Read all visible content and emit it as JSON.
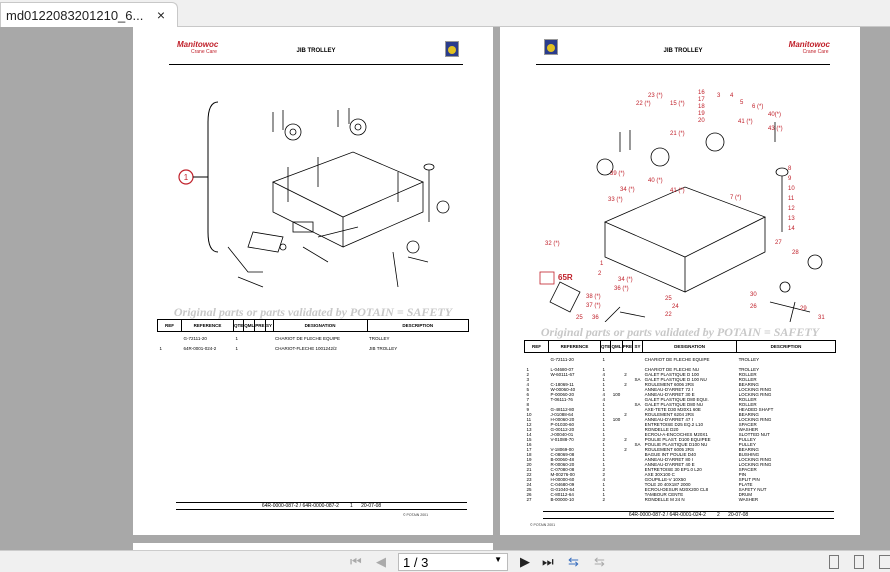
{
  "tab": {
    "title": "md0122083201210_6...",
    "close": "×"
  },
  "page1": {
    "logo": "Manitowoc",
    "logo_sub": "Crane Care",
    "title": "JIB TROLLEY",
    "callout": "1",
    "watermark": "Original parts or parts validated by POTAIN = SAFETY",
    "headers": [
      "REF",
      "REFERENCE",
      "QTE",
      "QML",
      "PRE",
      "SY",
      "DESIGNATION",
      "DESCRIPTION"
    ],
    "rows": [
      [
        "",
        "G-72111-20",
        "1",
        "",
        "",
        "",
        "CHARIOT DE FLECHE EQUIPE",
        "TROLLEY"
      ],
      [
        "1",
        "64R-0001-024-2",
        "1",
        "",
        "",
        "",
        "CHARIOT-FLECHE 1001242/2",
        "JIB TROLLEY"
      ]
    ],
    "footer": {
      "ref": "64R-0000-087-2 / 64R-0000-087-2",
      "page": "1",
      "date": "20-07-08"
    },
    "copyright": "© POTAIN 2001"
  },
  "page2": {
    "logo": "Manitowoc",
    "logo_sub": "Crane Care",
    "title": "JIB TROLLEY",
    "label_65r": "65R",
    "watermark": "Original parts or parts validated by POTAIN = SAFETY",
    "headers": [
      "REF",
      "REFERENCE",
      "QTE",
      "QML",
      "PRE",
      "SY",
      "DESIGNATION",
      "DESCRIPTION"
    ],
    "rows": [
      [
        "",
        "G-72111-20",
        "1",
        "",
        "",
        "",
        "CHARIOT DE FLECHE EQUIPE",
        "TROLLEY"
      ],
      [
        "1",
        "L-04680-07",
        "1",
        "",
        "",
        "",
        "CHARIOT DE FLECHE NU",
        "TROLLEY"
      ],
      [
        "2",
        "W-60111-67",
        "4",
        "",
        "2",
        "",
        "GALET PLASTIQUE D 100",
        "ROLLER"
      ],
      [
        "3",
        "",
        "1",
        "",
        "",
        "SA",
        "GALET PLASTIQUE D 100 NU",
        "ROLLER"
      ],
      [
        "4",
        "C-18069-11",
        "1",
        "",
        "2",
        "",
        "ROULEMENT 6006 2RS",
        "BEARING"
      ],
      [
        "5",
        "W-00060-40",
        "1",
        "",
        "",
        "",
        "ANNEAU-D'ARRET 72 I",
        "LOCKING RING"
      ],
      [
        "6",
        "P-00060-20",
        "4",
        "100",
        "",
        "",
        "ANNEAU-D'ARRET 30 E",
        "LOCKING RING"
      ],
      [
        "7",
        "T-06111-76",
        "4",
        "",
        "",
        "",
        "GALET PLASTIQUE D80 EQUI.",
        "ROLLER"
      ],
      [
        "8",
        "",
        "1",
        "",
        "",
        "SA",
        "GALET PLASTIQUE D80 NU",
        "ROLLER"
      ],
      [
        "9",
        "G-48112-80",
        "1",
        "",
        "",
        "",
        "AXE-TETE D30 M20X1 60E",
        "HEADED SHAFT"
      ],
      [
        "10",
        "J-01088-64",
        "1",
        "",
        "2",
        "",
        "ROULEMENT 6204 2RS",
        "BEARING"
      ],
      [
        "11",
        "H-00060-20",
        "1",
        "100",
        "",
        "",
        "ANNEAU-D'ARRET 47 I",
        "LOCKING RING"
      ],
      [
        "12",
        "P-01030-60",
        "1",
        "",
        "",
        "",
        "ENTRETOISE D25 EQ.2 L10",
        "SPACER"
      ],
      [
        "13",
        "G-00112-20",
        "1",
        "",
        "",
        "",
        "RONDELLE D20",
        "WASHER"
      ],
      [
        "14",
        "J-00040-01",
        "1",
        "",
        "",
        "",
        "ECROU-A-ENCOCHES M20X1",
        "SLOTTED NUT"
      ],
      [
        "15",
        "V-01088-70",
        "2",
        "",
        "2",
        "",
        "POULIE PLAST. D100 EQUIPEE",
        "PULLEY"
      ],
      [
        "16",
        "",
        "1",
        "",
        "",
        "SA",
        "POULIE PLASTIQUE D100 NU",
        "PULLEY"
      ],
      [
        "17",
        "V-18069-00",
        "1",
        "",
        "2",
        "",
        "ROULEMENT 6005 2RS",
        "BEARING"
      ],
      [
        "18",
        "C-08069-08",
        "1",
        "",
        "",
        "",
        "BAGUE INT POULIE D40",
        "BUSHING"
      ],
      [
        "19",
        "B-00060-48",
        "1",
        "",
        "",
        "",
        "ANNEAU-D'ARRET 80 I",
        "LOCKING RING"
      ],
      [
        "20",
        "R-00060-20",
        "1",
        "",
        "",
        "",
        "ANNEAU-D'ARRET 40 E",
        "LOCKING RING"
      ],
      [
        "21",
        "C-07080-08",
        "2",
        "",
        "",
        "",
        "ENTRETOISE 30 EP1.0 L20",
        "SPACER"
      ],
      [
        "22",
        "M-00276-00",
        "2",
        "",
        "",
        "",
        "AXE 30X100 C",
        "PIN"
      ],
      [
        "23",
        "H-00000-60",
        "4",
        "",
        "",
        "",
        "GOUPILLE-V 10X50",
        "SPLIT PIN"
      ],
      [
        "24",
        "C-04680-09",
        "1",
        "",
        "",
        "",
        "TOLE 20 40X187 2000",
        "PLATE"
      ],
      [
        "25",
        "G-01040-64",
        "1",
        "",
        "",
        "",
        "ECROU-DESUR M20X200 CL8",
        "SAFETY NUT"
      ],
      [
        "26",
        "C-80112-64",
        "1",
        "",
        "",
        "",
        "TAMBOUR CENTE",
        "DRUM"
      ],
      [
        "27",
        "B-00000-10",
        "2",
        "",
        "",
        "",
        "RONDELLE M 24 N",
        "WASHER"
      ]
    ],
    "footer": {
      "ref": "64R-0000-087-2 / 64R-0001-024-2",
      "page": "2",
      "date": "20-07-08"
    },
    "copyright": "© POTAIN 2001"
  },
  "toolbar": {
    "page_value": "1 / 3"
  },
  "colors": {
    "brand_red": "#c0202a",
    "callout_red": "#c0202a"
  }
}
